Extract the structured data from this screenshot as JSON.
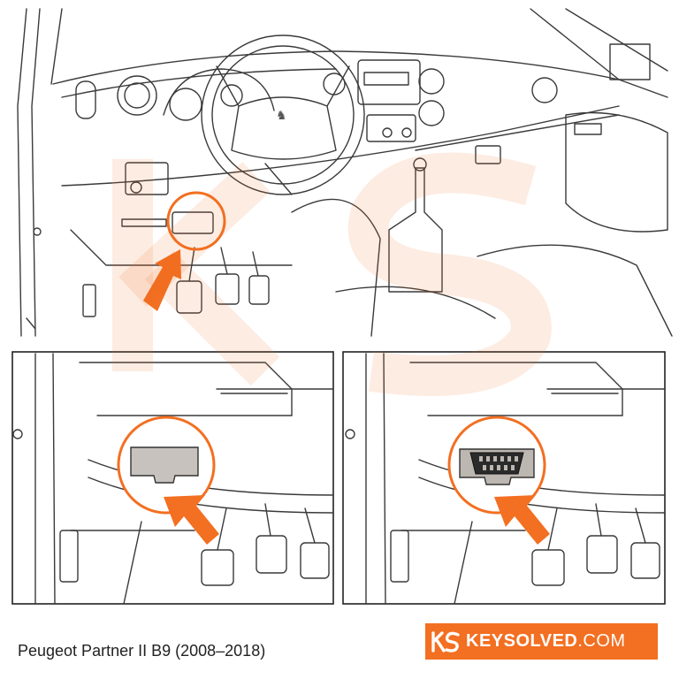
{
  "caption": "Peugeot Partner II B9 (2008–2018)",
  "brand": {
    "name": "KEYSOLVED",
    "suffix": ".COM",
    "color": "#f36f21"
  },
  "watermark": {
    "letters": "KS",
    "color": "#f36f21"
  },
  "steering_logo": "peugeot-lion-icon",
  "panels": [
    {
      "name": "overview",
      "shows": "obd-location-arrow"
    },
    {
      "name": "cover-closed",
      "shows": "obd-cover"
    },
    {
      "name": "cover-open",
      "shows": "obd-port"
    }
  ]
}
